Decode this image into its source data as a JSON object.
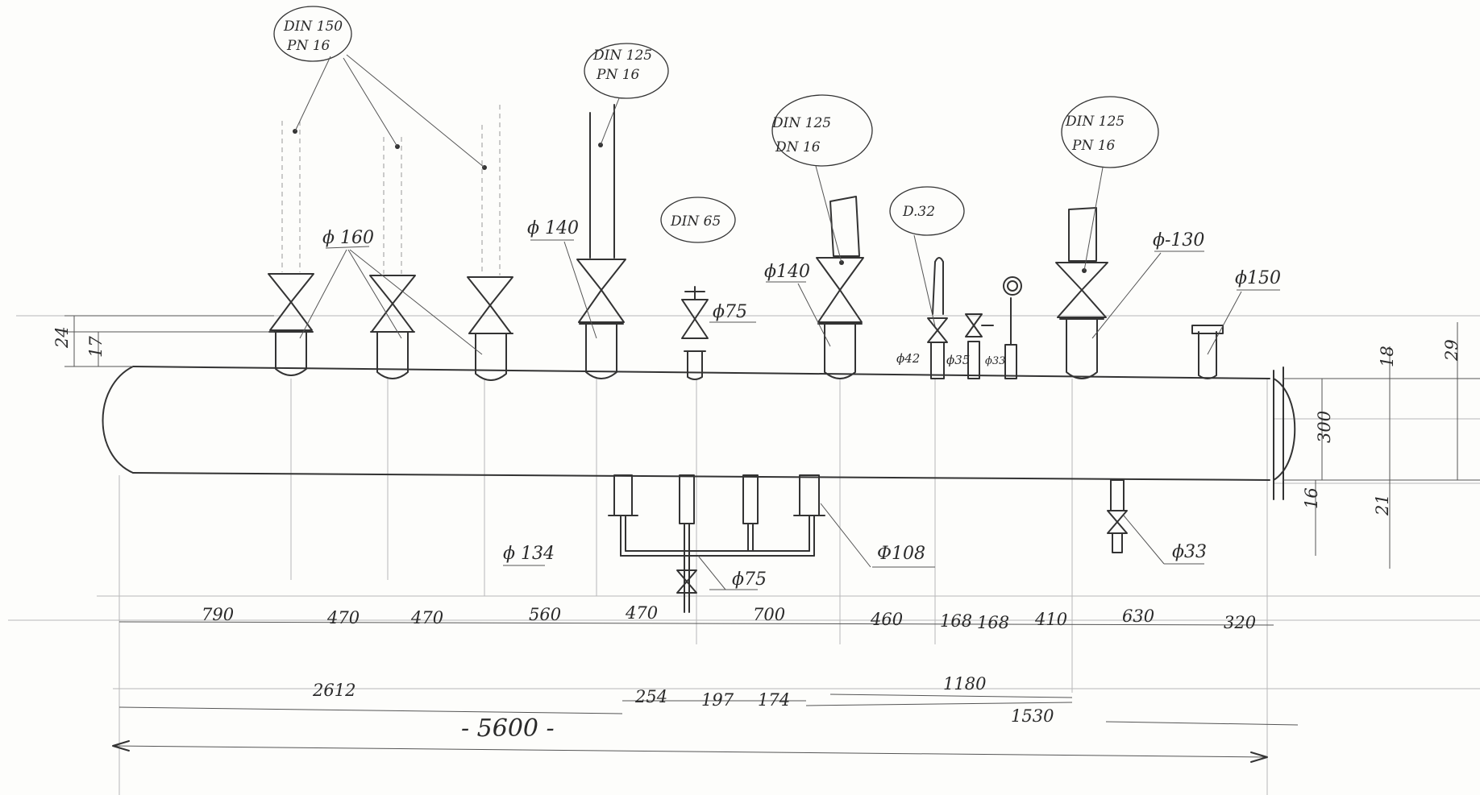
{
  "callouts": {
    "din150": {
      "line1": "DIN 150",
      "line2": "PN 16"
    },
    "din125a": {
      "line1": "DIN 125",
      "line2": "PN 16"
    },
    "din65": {
      "line1": "DIN 65"
    },
    "din125b": {
      "line1": "DIN 125",
      "line2": "DN 16"
    },
    "d32": {
      "line1": "D.32"
    },
    "din125c": {
      "line1": "DIN 125",
      "line2": "PN 16"
    }
  },
  "diameters": {
    "d160": "ϕ 160",
    "d140a": "ϕ 140",
    "d75top": "ϕ75",
    "d140b": "ϕ140",
    "d42": "ϕ42",
    "d35": "ϕ35",
    "d33top": "ϕ33",
    "d130": "ϕ-130",
    "d150": "ϕ150",
    "d134": "ϕ 134",
    "d75bot": "ϕ75",
    "d108": "Φ108",
    "d33bot": "ϕ33"
  },
  "left_dims": {
    "h24": "24",
    "h17": "17"
  },
  "right_dims": {
    "v300": "300",
    "v18": "18",
    "v29": "29",
    "v16": "16",
    "v21": "21"
  },
  "bottom_dims_row1": [
    "790",
    "470",
    "470",
    "560",
    "470",
    "700",
    "460",
    "168",
    "168",
    "410",
    "630",
    "320"
  ],
  "bottom_dims_row2": {
    "d2612": "2612",
    "d254": "254",
    "d197": "197",
    "d174": "174",
    "d1180": "1180",
    "d1530": "1530"
  },
  "overall_length": "- 5600 -"
}
